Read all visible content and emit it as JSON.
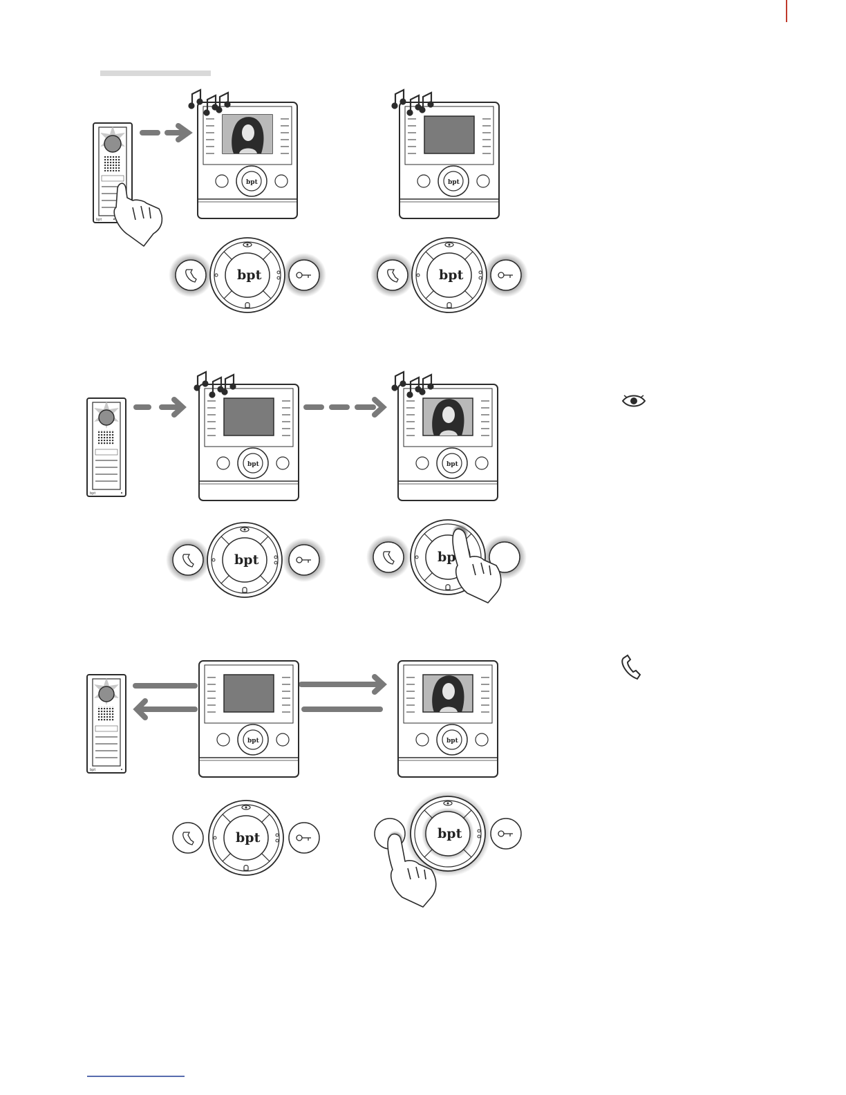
{
  "brand": {
    "logo_text": "bpt"
  },
  "colors": {
    "line": "#2b2b2b",
    "arrow": "#7a7a7a",
    "screen_off": "#7b7b7b",
    "glow": "#9a9a9a",
    "header_bar": "#d9d9d9",
    "footer_line": "#1f3a93",
    "page_rule": "#c0392b"
  },
  "icons": {
    "music_notes": "music-notes-icon",
    "eye": "eye-icon",
    "handset": "handset-icon",
    "key": "key-icon",
    "bell": "bell-icon",
    "hand": "pointing-hand-icon"
  },
  "scenes": [
    {
      "id": "incoming-call",
      "left_screen": "video",
      "right_screen": "off",
      "arrow_style": "dashed"
    },
    {
      "id": "auto-on",
      "left_screen": "off",
      "right_screen": "video",
      "arrow_style": "dashed"
    },
    {
      "id": "answer-call",
      "left_screen": "off",
      "right_screen": "video",
      "arrow_style": "solid-bidirectional"
    }
  ]
}
